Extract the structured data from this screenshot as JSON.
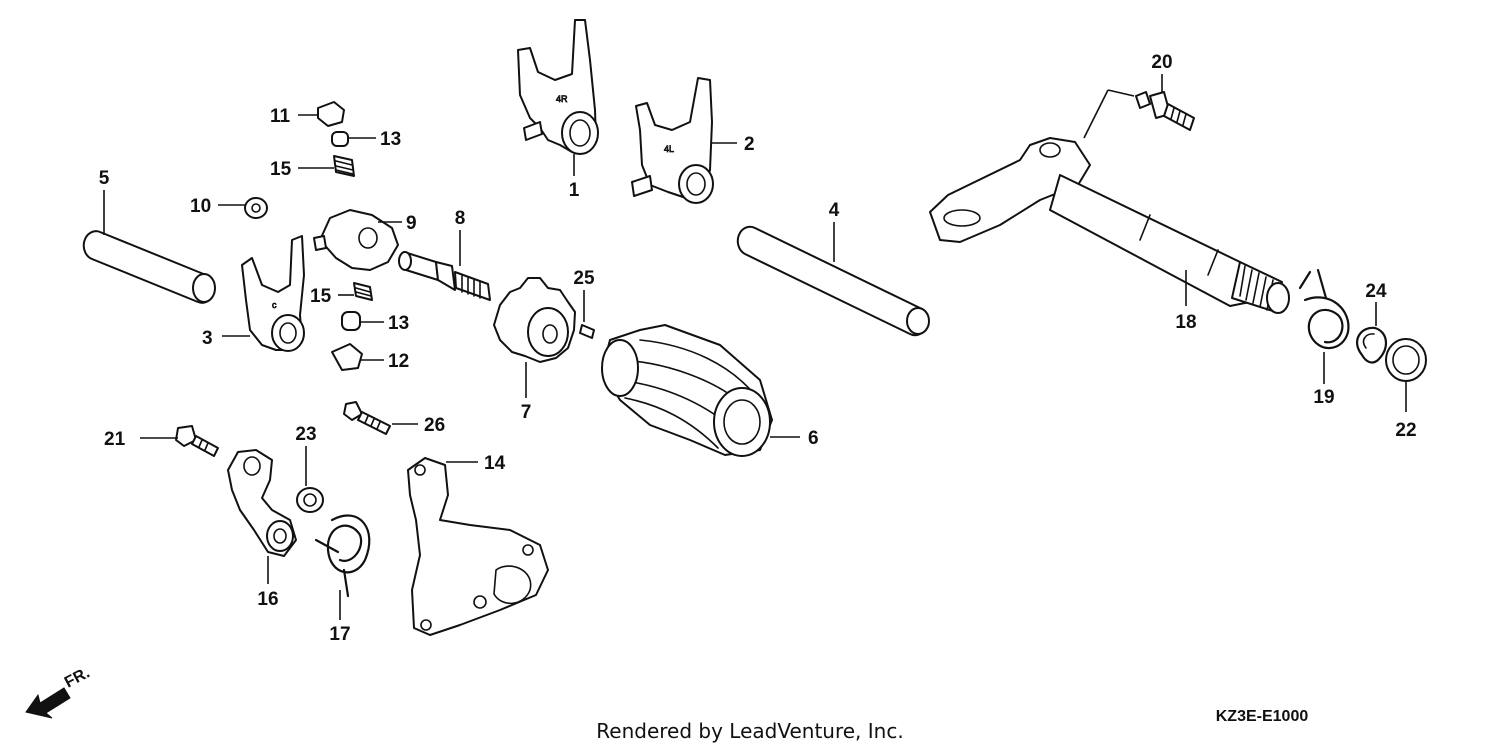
{
  "diagram": {
    "callouts": [
      "1",
      "2",
      "3",
      "4",
      "5",
      "6",
      "7",
      "8",
      "9",
      "10",
      "11",
      "12",
      "13",
      "13",
      "14",
      "15",
      "15",
      "16",
      "17",
      "18",
      "19",
      "20",
      "21",
      "22",
      "23",
      "24",
      "25",
      "26"
    ],
    "direction_label": "FR.",
    "credit": "Rendered by LeadVenture, Inc.",
    "diagram_code": "KZ3E-E1000",
    "colors": {
      "ink": "#111111",
      "paper": "#ffffff"
    }
  }
}
